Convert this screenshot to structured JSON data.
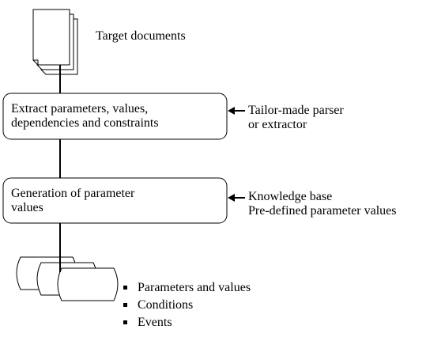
{
  "nodes": {
    "documents": {
      "label": "Target documents"
    },
    "extract": {
      "line1": "Extract parameters, values,",
      "line2": "dependencies and constraints"
    },
    "extract_input": {
      "line1": "Tailor-made parser",
      "line2": "or extractor"
    },
    "generation": {
      "line1": "Generation of parameter",
      "line2": "values"
    },
    "generation_input": {
      "line1": "Knowledge base",
      "line2": "Pre-defined parameter values"
    },
    "outputs": {
      "items": [
        "Parameters and values",
        "Conditions",
        "Events"
      ]
    }
  },
  "colors": {
    "stroke": "#000000",
    "background": "#ffffff"
  }
}
